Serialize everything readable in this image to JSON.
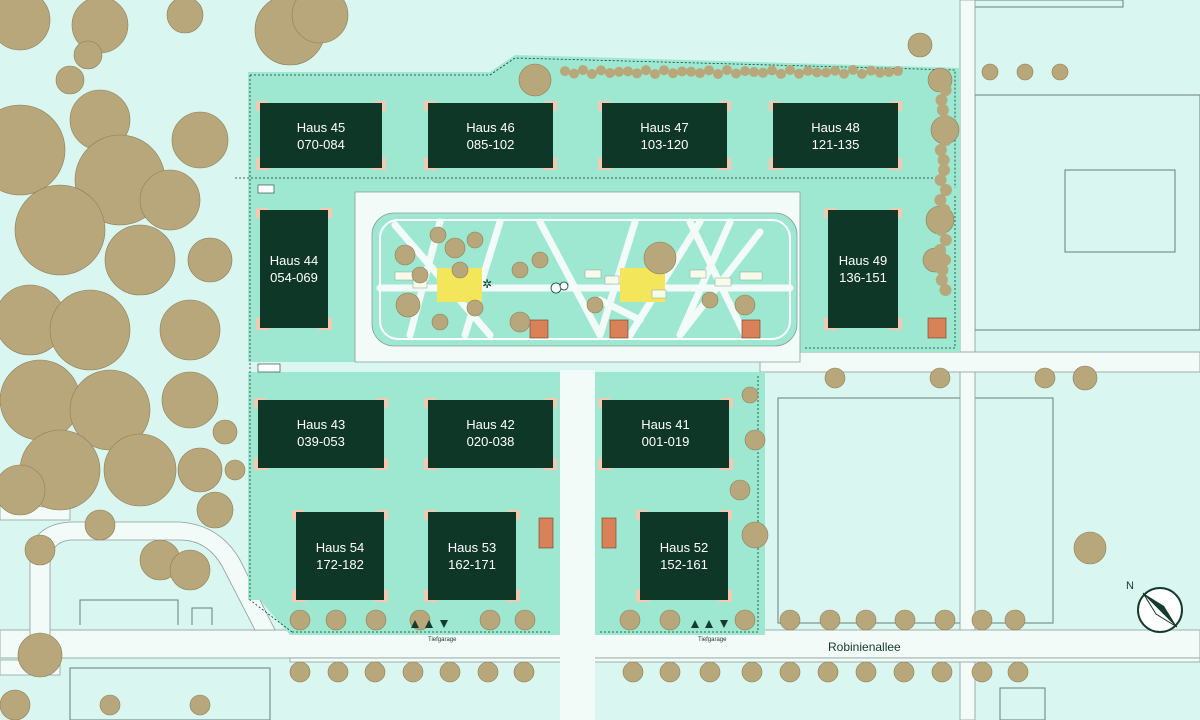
{
  "colors": {
    "background": "#d9f6f0",
    "green_area": "#9ee8d2",
    "building": "#0f3728",
    "road": "#f2fbf8",
    "tree": "#b8a77a",
    "entrance": "#f3c9b2",
    "playground": "#f4e65a",
    "sandbox": "#d9825a"
  },
  "houses": [
    {
      "name": "Haus 45",
      "units": "070-084"
    },
    {
      "name": "Haus 46",
      "units": "085-102"
    },
    {
      "name": "Haus 47",
      "units": "103-120"
    },
    {
      "name": "Haus 48",
      "units": "121-135"
    },
    {
      "name": "Haus 44",
      "units": "054-069"
    },
    {
      "name": "Haus 49",
      "units": "136-151"
    },
    {
      "name": "Haus 43",
      "units": "039-053"
    },
    {
      "name": "Haus 42",
      "units": "020-038"
    },
    {
      "name": "Haus 41",
      "units": "001-019"
    },
    {
      "name": "Haus 54",
      "units": "172-182"
    },
    {
      "name": "Haus 53",
      "units": "162-171"
    },
    {
      "name": "Haus 52",
      "units": "152-161"
    }
  ],
  "street": {
    "name": "Robinienallee"
  },
  "garage_labels": [
    "Tiefgarage",
    "Tiefgarage"
  ],
  "compass": {
    "label": "N",
    "icon": "north-arrow-icon"
  }
}
